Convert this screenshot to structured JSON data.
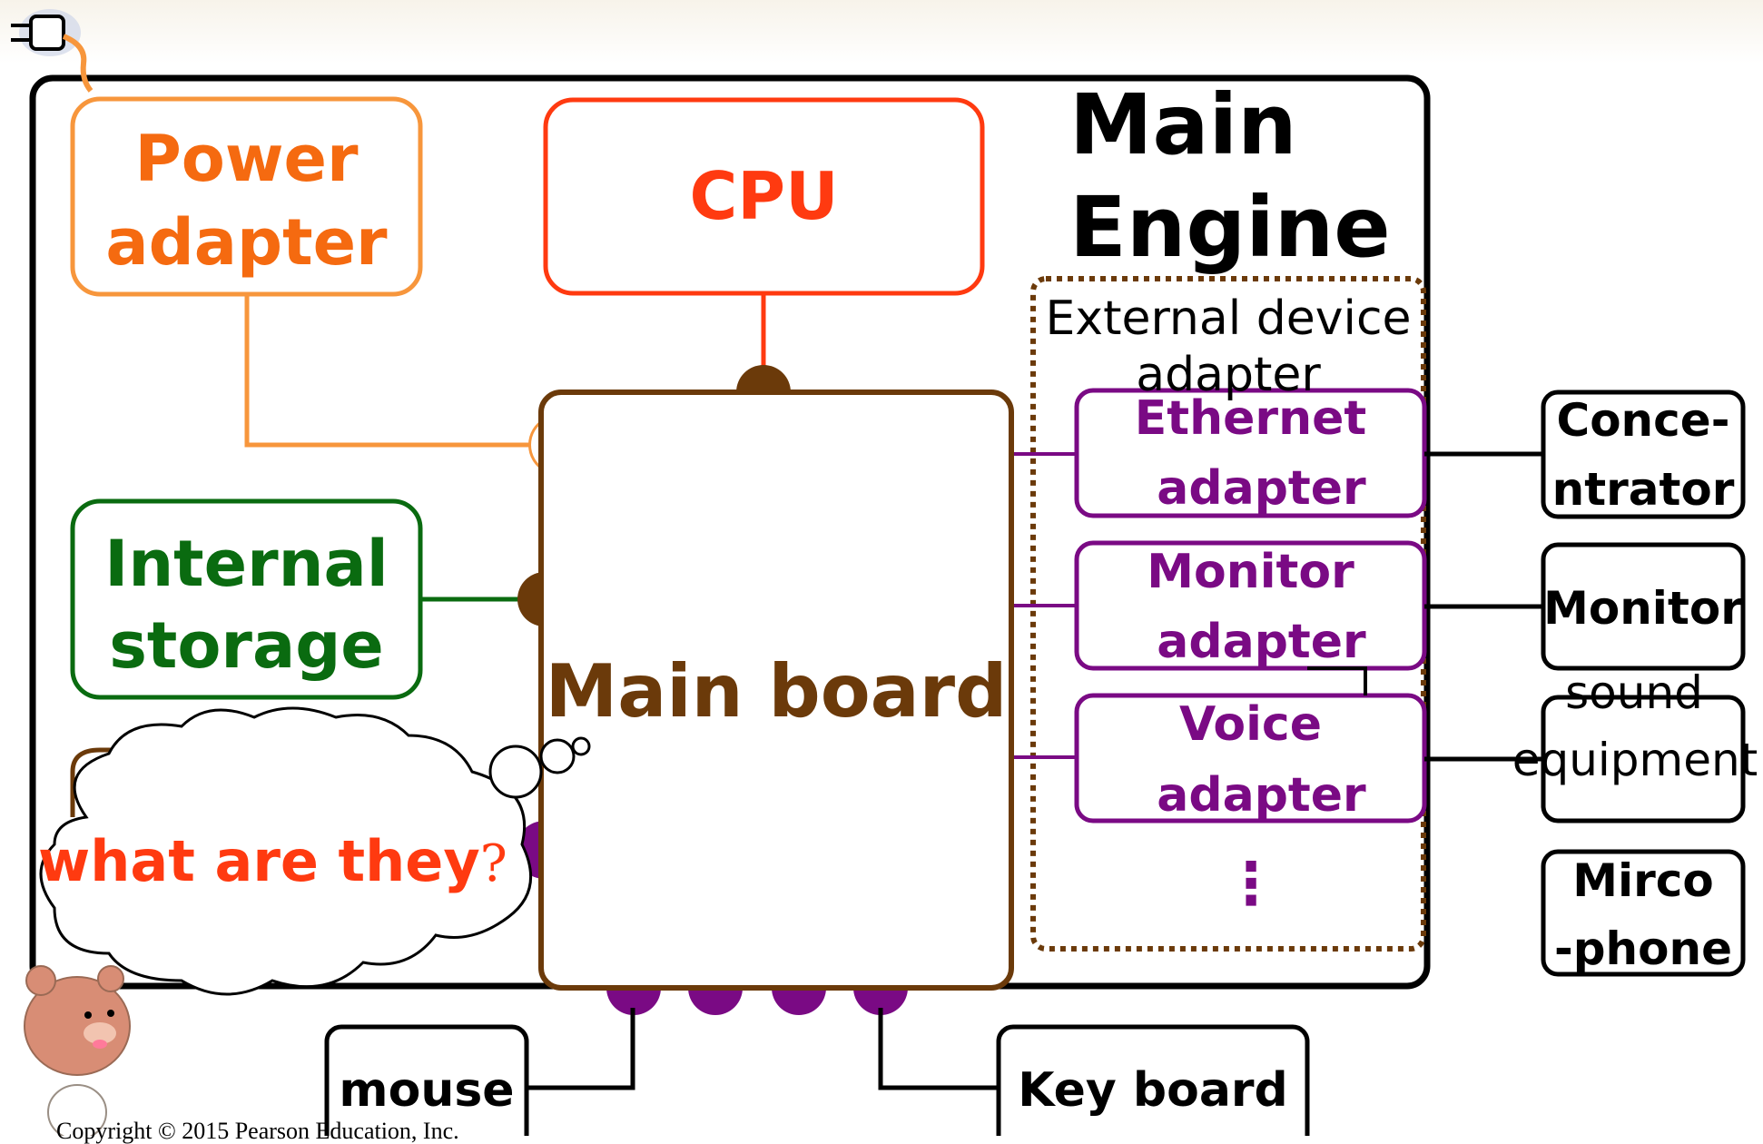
{
  "title": "Main Engine",
  "title_line1": "Main",
  "title_line2": "Engine",
  "power_adapter": {
    "line1": "Power",
    "line2": "adapter"
  },
  "cpu": "CPU",
  "internal_storage": {
    "line1": "Internal",
    "line2": "storage"
  },
  "main_board": "Main board",
  "external_device_adapter": {
    "line1": "External device",
    "line2": "adapter"
  },
  "ethernet_adapter": {
    "line1": "Ethernet",
    "line2": "adapter"
  },
  "monitor_adapter": {
    "line1": "Monitor",
    "line2": "adapter"
  },
  "voice_adapter": {
    "line1": "Voice",
    "line2": "adapter"
  },
  "more_adapters": "⋮",
  "concentrator": {
    "line1": "Conce-",
    "line2": "ntrator"
  },
  "monitor": "Monitor",
  "sound_equipment": {
    "line1": "sound",
    "line2": "equipment"
  },
  "microphone": {
    "line1": "Mirco",
    "line2": "-phone"
  },
  "mouse": "mouse",
  "keyboard": "Key board",
  "thought_bubble": {
    "text": "what are they",
    "mark": "?"
  },
  "copyright": "Copyright © 2015 Pearson Education, Inc.",
  "colors": {
    "power": "#f7963c",
    "power_text": "#f56a10",
    "cpu": "#ff3a10",
    "storage": "#0a6b10",
    "main_board": "#6b3a0a",
    "adapters": "#7a0a84",
    "black": "#000000"
  },
  "icons": [
    "plug-icon",
    "bear-mascot-icon",
    "thought-cloud"
  ]
}
